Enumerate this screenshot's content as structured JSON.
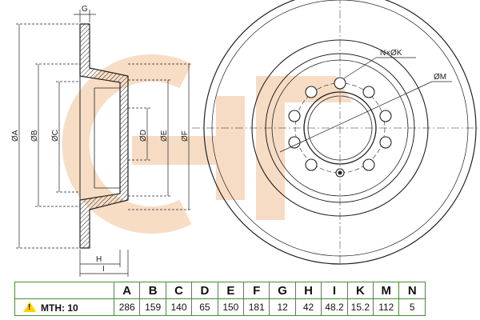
{
  "dimension_labels": {
    "G": "G",
    "H": "H",
    "I": "I",
    "A": "ØA",
    "B": "ØB",
    "C": "ØC",
    "D": "ØD",
    "E": "ØE",
    "F": "ØF",
    "NxK": "N×ØK",
    "M": "ØM"
  },
  "colors": {
    "watermark": "#f7d9bf",
    "table_green": "#2f9a2a",
    "mth_text": "#ffe23a",
    "line": "#222222"
  },
  "icons": {
    "warning": "warning-triangle-icon"
  },
  "spec_table": {
    "mth_label": "MTH: 10",
    "headers": [
      "A",
      "B",
      "C",
      "D",
      "E",
      "F",
      "G",
      "H",
      "I",
      "K",
      "M",
      "N"
    ],
    "values": [
      "286",
      "159",
      "140",
      "65",
      "150",
      "181",
      "12",
      "42",
      "48.2",
      "15.2",
      "112",
      "5"
    ]
  }
}
